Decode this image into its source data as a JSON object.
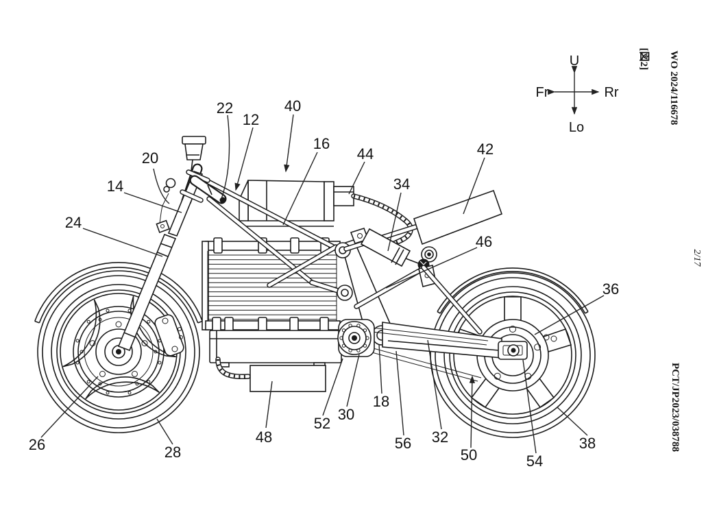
{
  "document": {
    "figure_label": "[図2]",
    "publication_number": "WO 2024/116678",
    "sheet_number": "2/17",
    "application_number": "PCT/JP2023/038788"
  },
  "compass": {
    "up": "U",
    "down": "Lo",
    "front": "Fr",
    "rear": "Rr"
  },
  "labels": [
    {
      "ref": "12"
    },
    {
      "ref": "14"
    },
    {
      "ref": "16"
    },
    {
      "ref": "18"
    },
    {
      "ref": "20"
    },
    {
      "ref": "22"
    },
    {
      "ref": "24"
    },
    {
      "ref": "26"
    },
    {
      "ref": "28"
    },
    {
      "ref": "30"
    },
    {
      "ref": "32"
    },
    {
      "ref": "34"
    },
    {
      "ref": "36"
    },
    {
      "ref": "38"
    },
    {
      "ref": "40"
    },
    {
      "ref": "42"
    },
    {
      "ref": "44"
    },
    {
      "ref": "46"
    },
    {
      "ref": "48"
    },
    {
      "ref": "50"
    },
    {
      "ref": "52"
    },
    {
      "ref": "54"
    },
    {
      "ref": "56"
    }
  ],
  "colors": {
    "line": "#1a1a1a",
    "background": "#ffffff"
  }
}
